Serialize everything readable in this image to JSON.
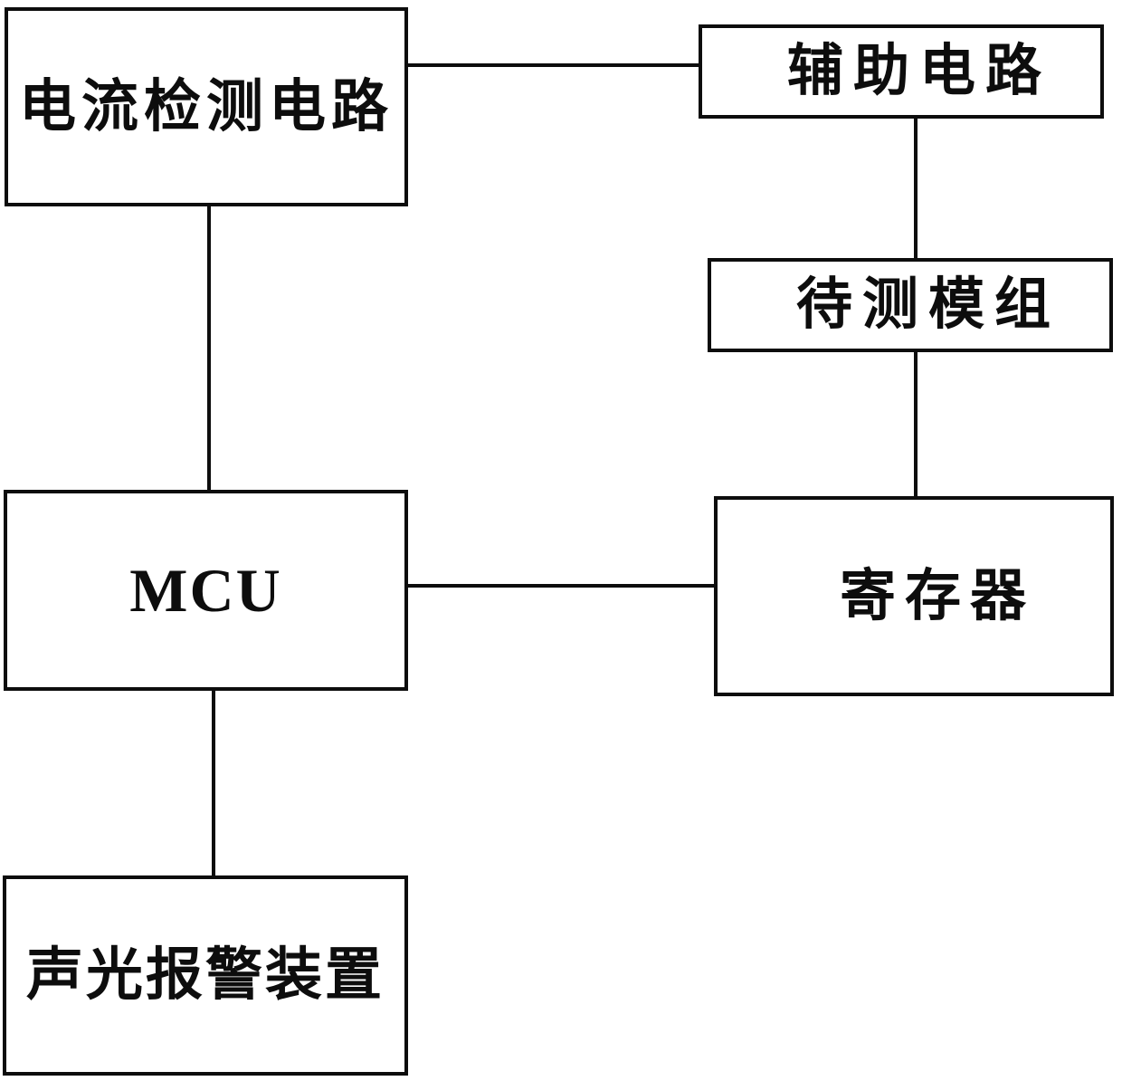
{
  "diagram": {
    "title": "module test circuit block diagram",
    "colors": {
      "background": "#ffffff",
      "line": "#0d0d0d",
      "box_fill": "#ffffff"
    },
    "nodes": {
      "current_detection": {
        "label": "电流检测电路"
      },
      "auxiliary_circuit": {
        "label": "辅助电路"
      },
      "module_under_test": {
        "label": "待测模组"
      },
      "mcu": {
        "label": "MCU"
      },
      "register": {
        "label": "寄存器"
      },
      "alarm_device": {
        "label": "声光报警装置"
      }
    },
    "connections": [
      {
        "from": "current_detection",
        "to": "auxiliary_circuit",
        "orientation": "horizontal"
      },
      {
        "from": "auxiliary_circuit",
        "to": "module_under_test",
        "orientation": "vertical"
      },
      {
        "from": "module_under_test",
        "to": "register",
        "orientation": "vertical"
      },
      {
        "from": "current_detection",
        "to": "mcu",
        "orientation": "vertical"
      },
      {
        "from": "mcu",
        "to": "register",
        "orientation": "horizontal"
      },
      {
        "from": "mcu",
        "to": "alarm_device",
        "orientation": "vertical"
      }
    ]
  }
}
